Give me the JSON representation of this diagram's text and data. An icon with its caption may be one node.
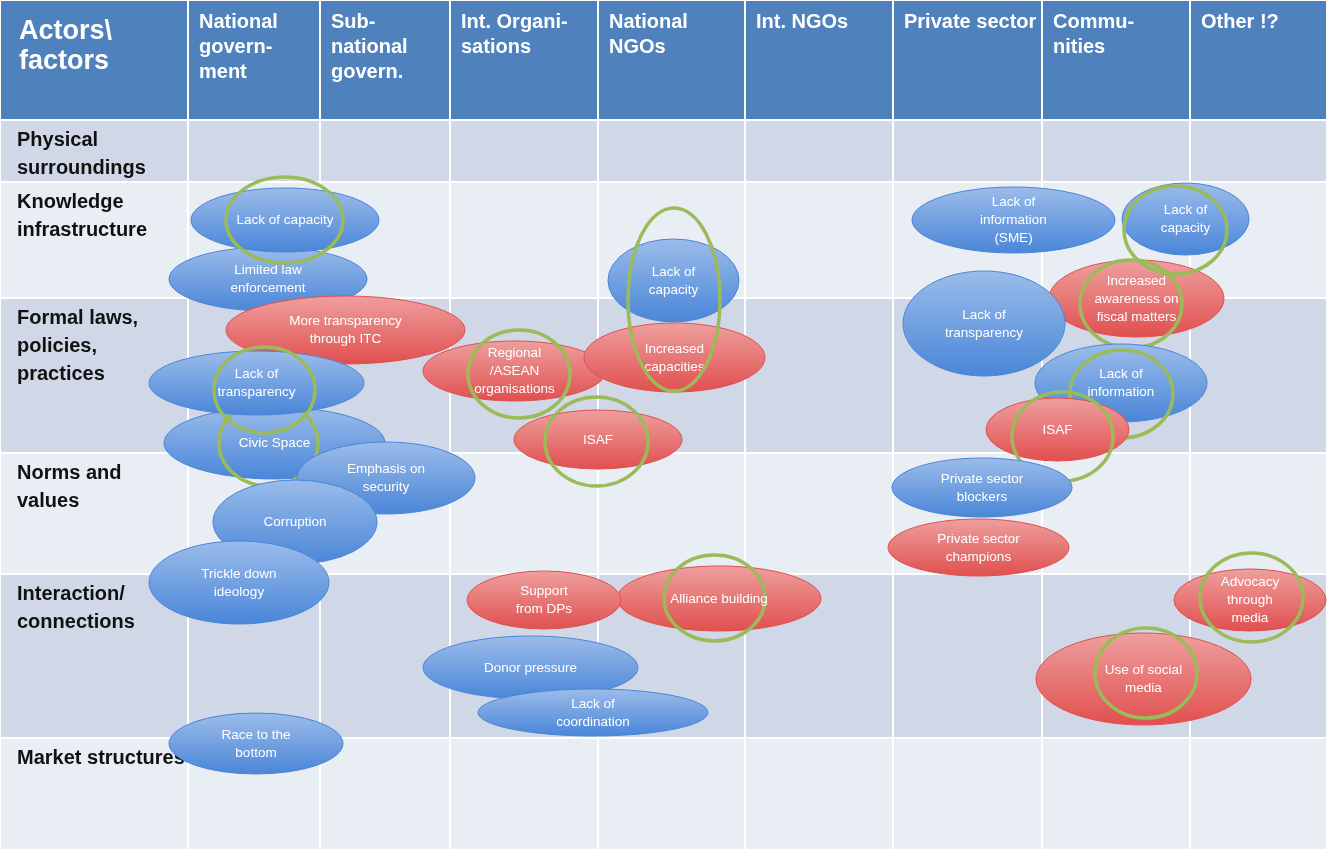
{
  "diagram": {
    "nodes": [
      {
        "text": [
          "Lack of capacity"
        ]
      },
      {
        "text": [
          "Limited law enforcement"
        ]
      },
      {
        "text": [
          "More transparency through ITC"
        ]
      },
      {
        "text": [
          "Lack of transparency"
        ]
      },
      {
        "text": [
          "Civic Space"
        ]
      },
      {
        "text": [
          "Emphasis on security"
        ]
      },
      {
        "text": [
          "Corruption"
        ]
      },
      {
        "text": [
          "Trickle down ideology"
        ]
      },
      {
        "text": [
          "Race to the bottom"
        ]
      },
      {
        "text": [
          "Regional /ASEAN organisations"
        ]
      },
      {
        "text": [
          "Lack of capacity"
        ]
      },
      {
        "text": [
          "Increased capacities"
        ]
      },
      {
        "text": [
          "ISAF"
        ]
      },
      {
        "text": [
          "Support from DPs"
        ]
      },
      {
        "text": [
          "Alliance building"
        ]
      },
      {
        "text": [
          "Donor pressure"
        ]
      },
      {
        "text": [
          "Lack of coordination"
        ]
      },
      {
        "text": [
          "Lack of information (SME)"
        ]
      },
      {
        "text": [
          "Lack of capacity"
        ]
      },
      {
        "text": [
          "Increased awareness on fiscal matters"
        ]
      },
      {
        "text": [
          "Lack of transparency"
        ]
      },
      {
        "text": [
          "Lack of information"
        ]
      },
      {
        "text": [
          "ISAF"
        ]
      },
      {
        "text": [
          "Private sector blockers"
        ]
      },
      {
        "text": [
          "Private sector champions"
        ]
      },
      {
        "text": [
          "Advocacy through media"
        ]
      },
      {
        "text": [
          "Use of social media"
        ]
      }
    ],
    "labels": [
      "Actors\\ factors",
      "National govern-ment",
      "Sub-national govern.",
      "Int. Organi-sations",
      "National NGOs",
      "Int. NGOs",
      "Private sector",
      "Commu-nities",
      "Other !?",
      "Physical surroundings",
      "Knowledge infrastructure",
      "Formal laws, policies, practices",
      "Norms and values",
      "Interaction/ connections",
      "Market structures"
    ]
  }
}
